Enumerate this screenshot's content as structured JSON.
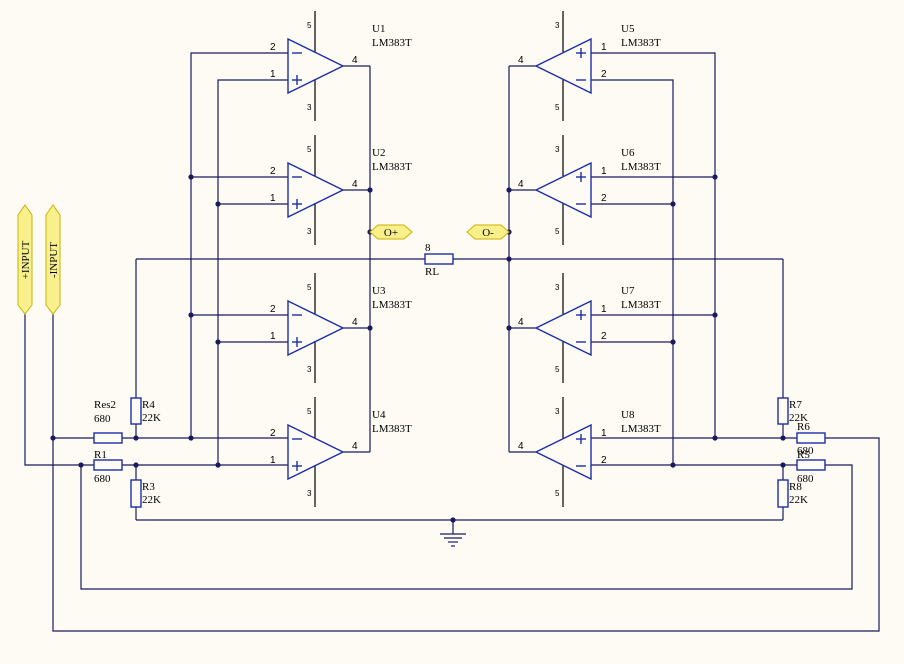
{
  "schematic": {
    "ports": [
      {
        "id": "in-plus",
        "label": "+INPUT"
      },
      {
        "id": "in-minus",
        "label": "-INPUT"
      },
      {
        "id": "out-plus",
        "label": "O+"
      },
      {
        "id": "out-minus",
        "label": "O-"
      }
    ],
    "opamps": [
      {
        "ref": "U1",
        "part": "LM383T",
        "pins": {
          "inv": "2",
          "noninv": "1",
          "out": "4",
          "top": "5",
          "bottom": "3"
        }
      },
      {
        "ref": "U2",
        "part": "LM383T",
        "pins": {
          "inv": "2",
          "noninv": "1",
          "out": "4",
          "top": "5",
          "bottom": "3"
        }
      },
      {
        "ref": "U3",
        "part": "LM383T",
        "pins": {
          "inv": "2",
          "noninv": "1",
          "out": "4",
          "top": "5",
          "bottom": "3"
        }
      },
      {
        "ref": "U4",
        "part": "LM383T",
        "pins": {
          "inv": "2",
          "noninv": "1",
          "out": "4",
          "top": "5",
          "bottom": "3"
        }
      },
      {
        "ref": "U5",
        "part": "LM383T",
        "pins": {
          "inv": "2",
          "noninv": "1",
          "out": "4",
          "top": "3",
          "bottom": "5"
        }
      },
      {
        "ref": "U6",
        "part": "LM383T",
        "pins": {
          "inv": "2",
          "noninv": "1",
          "out": "4",
          "top": "3",
          "bottom": "5"
        }
      },
      {
        "ref": "U7",
        "part": "LM383T",
        "pins": {
          "inv": "2",
          "noninv": "1",
          "out": "4",
          "top": "3",
          "bottom": "5"
        }
      },
      {
        "ref": "U8",
        "part": "LM383T",
        "pins": {
          "inv": "2",
          "noninv": "1",
          "out": "4",
          "top": "3",
          "bottom": "5"
        }
      }
    ],
    "resistors": [
      {
        "ref": "Res2",
        "value": "680"
      },
      {
        "ref": "R1",
        "value": "680"
      },
      {
        "ref": "R4",
        "value": "22K"
      },
      {
        "ref": "R3",
        "value": "22K"
      },
      {
        "ref": "RL",
        "value": "8"
      },
      {
        "ref": "R7",
        "value": "22K"
      },
      {
        "ref": "R6",
        "value": "680"
      },
      {
        "ref": "R5",
        "value": "680"
      },
      {
        "ref": "R8",
        "value": "22K"
      }
    ]
  }
}
